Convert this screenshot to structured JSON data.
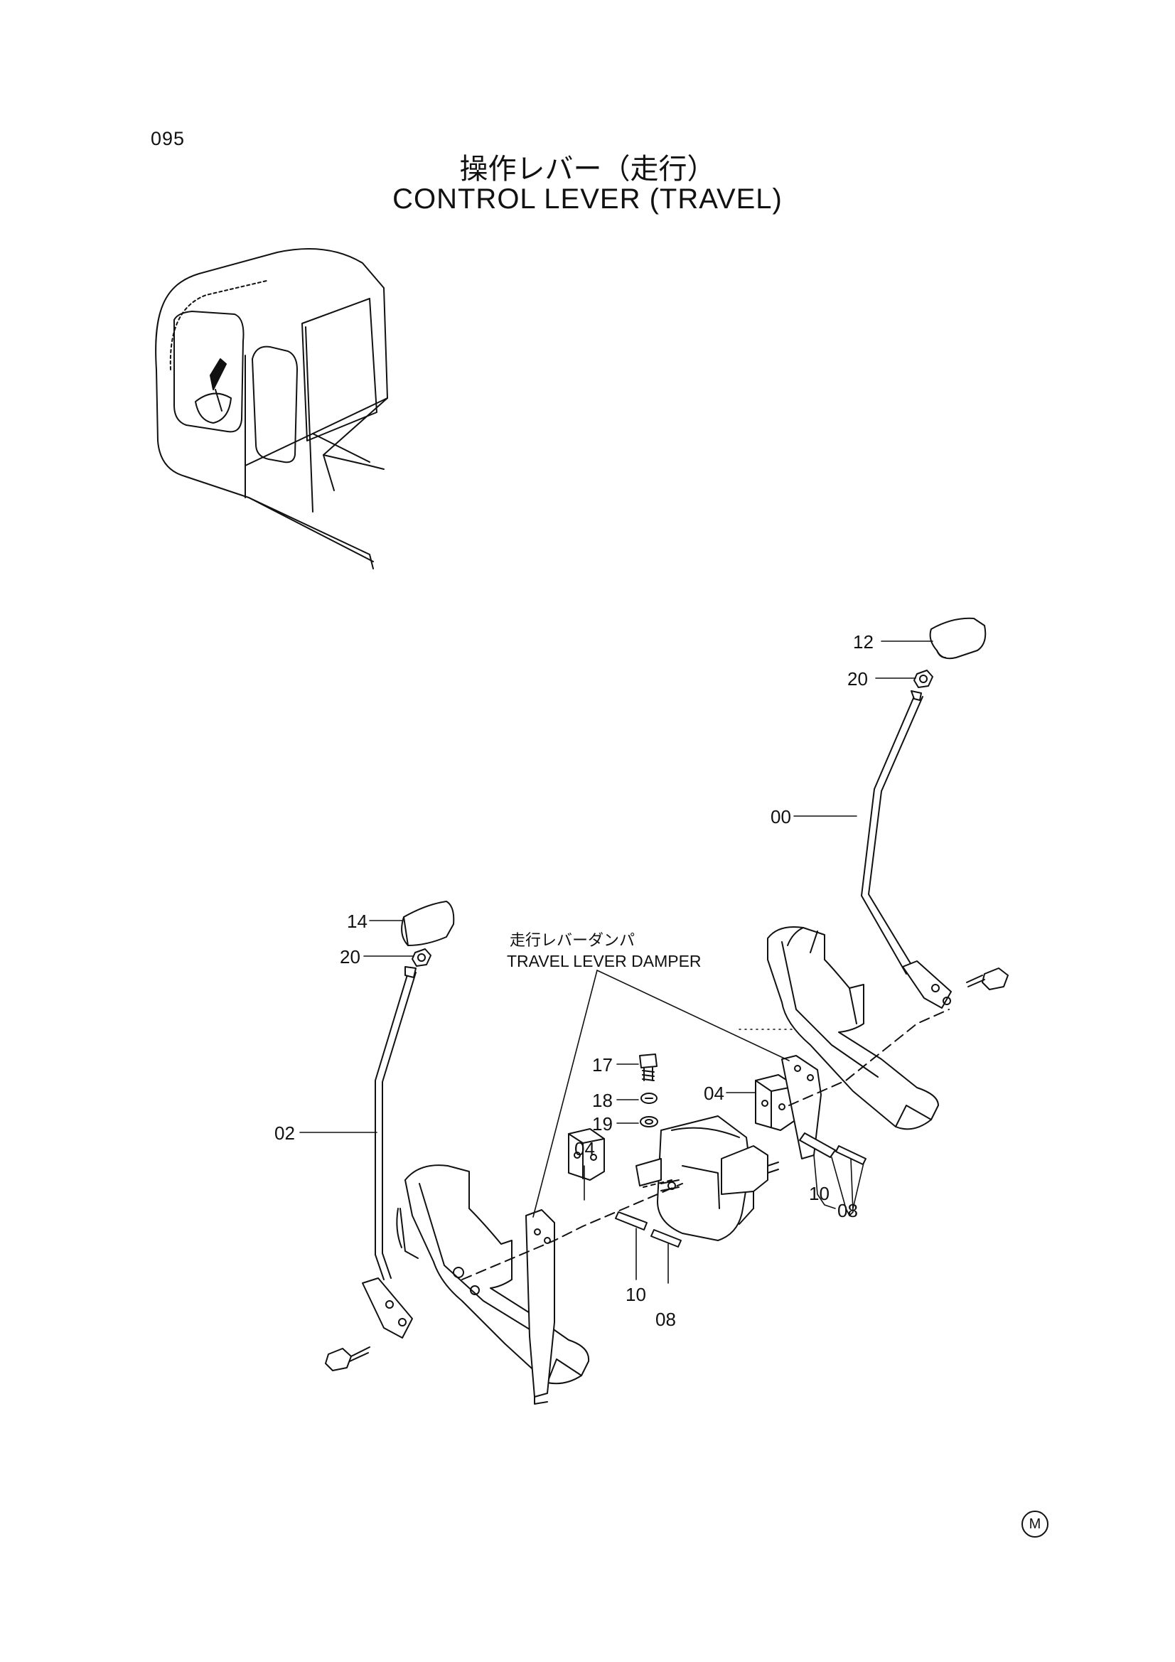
{
  "page": {
    "number": "095",
    "mark": "M"
  },
  "title": {
    "japanese": "操作レバー（走行）",
    "english": "CONTROL LEVER (TRAVEL)"
  },
  "note": {
    "japanese": "走行レバーダンパ",
    "english": "TRAVEL LEVER DAMPER"
  },
  "callouts": {
    "c12": "12",
    "c20_right": "20",
    "c00": "00",
    "c14": "14",
    "c20_left": "20",
    "c02": "02",
    "c17": "17",
    "c18": "18",
    "c19": "19",
    "c04_right": "04",
    "c04_left": "04",
    "c10_right": "10",
    "c08_right": "08",
    "c10_left": "10",
    "c08_left": "08"
  }
}
